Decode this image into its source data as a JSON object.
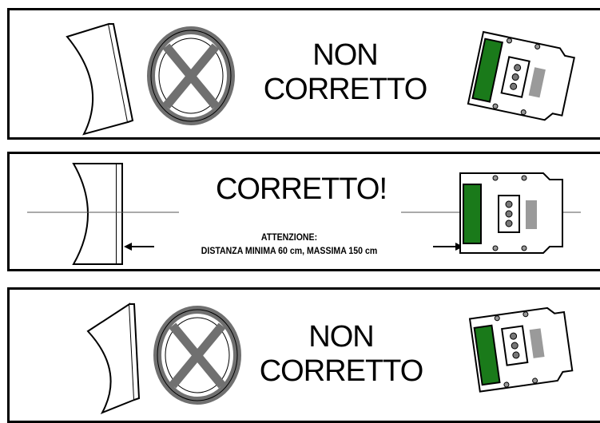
{
  "panels": [
    {
      "status": "incorrect",
      "label_line1": "NON",
      "label_line2": "CORRETTO",
      "icon": "prohibited-icon"
    },
    {
      "status": "correct",
      "label": "CORRETTO!",
      "warning_title": "ATTENZIONE:",
      "warning_text": "DISTANZA MINIMA 60 cm, MASSIMA 150 cm"
    },
    {
      "status": "incorrect",
      "label_line1": "NON",
      "label_line2": "CORRETTO",
      "icon": "prohibited-icon"
    }
  ],
  "colors": {
    "border": "#000000",
    "prohibited_gray": "#707070",
    "sensor_green": "#1a7a1a",
    "sensor_gray": "#9a9a9a"
  }
}
